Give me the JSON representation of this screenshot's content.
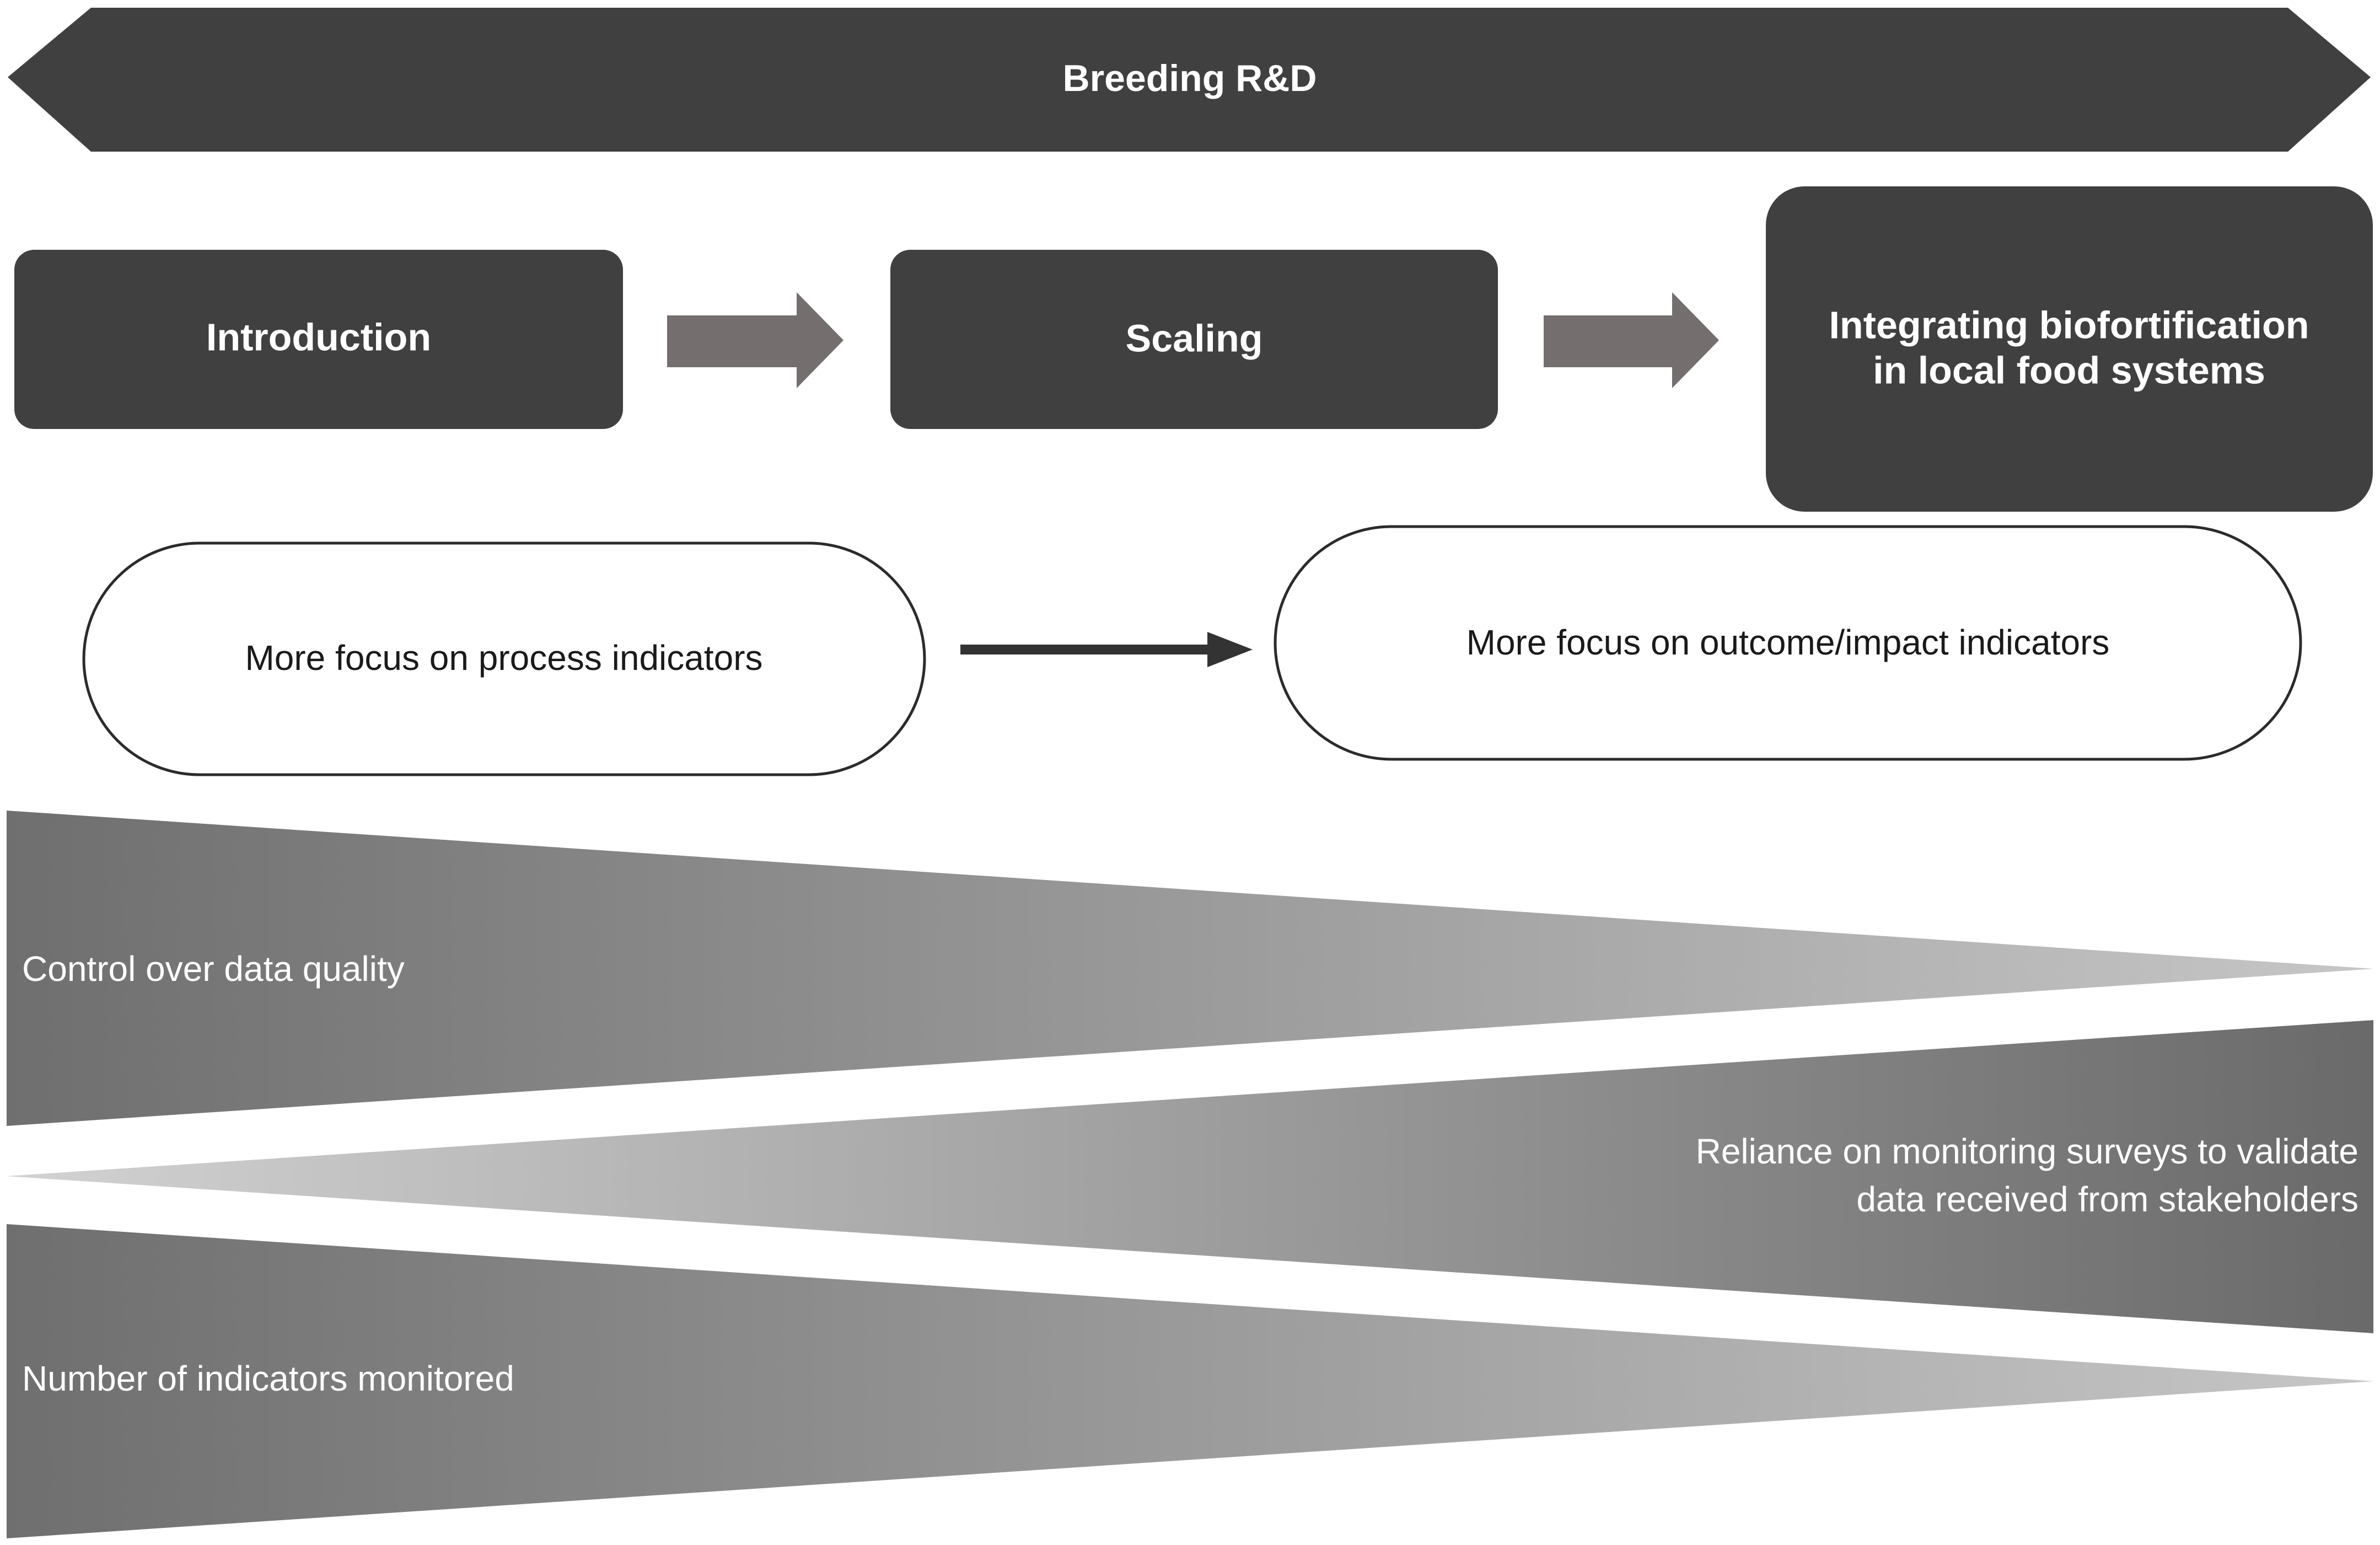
{
  "banner": {
    "label": "Breeding R&D"
  },
  "stages": [
    {
      "label": "Introduction"
    },
    {
      "label": "Scaling"
    },
    {
      "label_line1": "Integrating biofortification",
      "label_line2": "in local food systems"
    }
  ],
  "focus": {
    "left": "More focus on process indicators",
    "right": "More focus on outcome/impact indicators"
  },
  "wedges": {
    "control": "Control over data quality",
    "reliance_line1": "Reliance on monitoring surveys to validate",
    "reliance_line2": "data received from stakeholders",
    "indicators": "Number of indicators monitored"
  },
  "colors": {
    "dark_box": "#404040",
    "arrow_block": "#746e6e",
    "connector": "#333333",
    "wedge_dark": "#6f6f6f",
    "wedge_light": "#c2c2c2"
  }
}
